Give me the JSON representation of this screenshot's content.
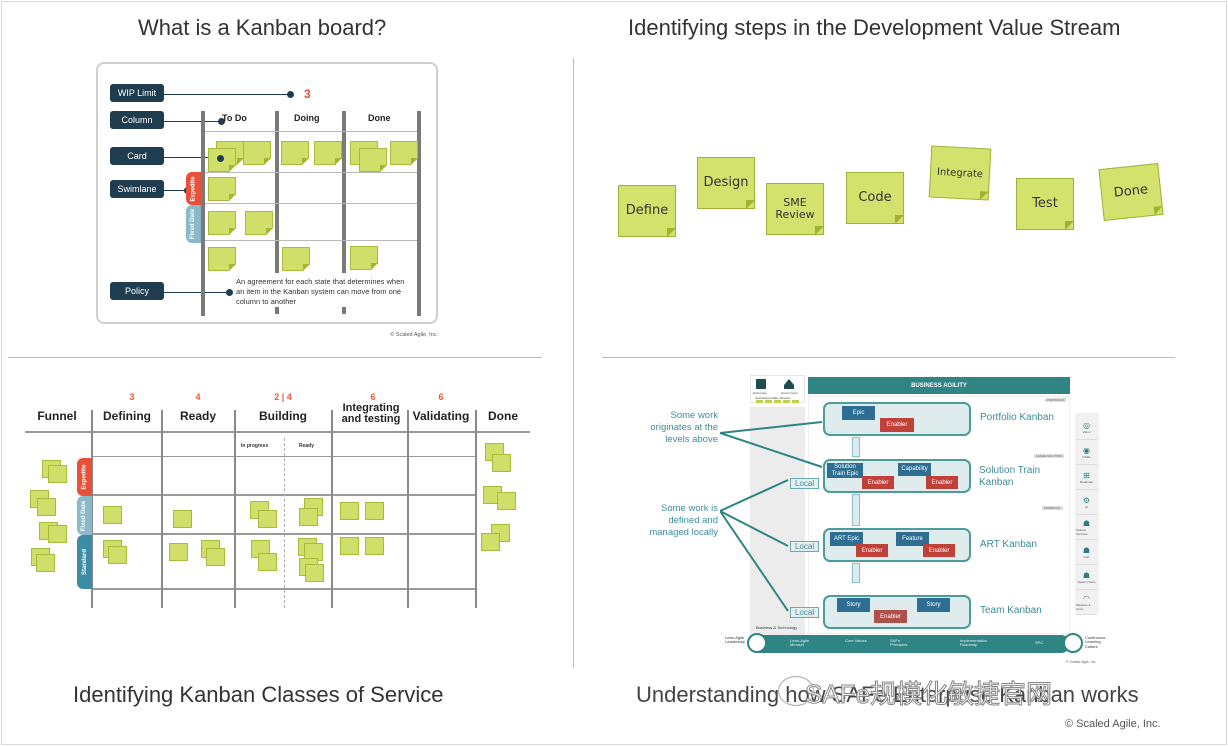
{
  "titles": {
    "top_left": "What is a Kanban board?",
    "top_right": "Identifying steps in the Development Value Stream",
    "bottom_left": "Identifying Kanban Classes of Service",
    "bottom_right": "Understanding how SAFe Enterprise Kanban works"
  },
  "watermark": "SAFe规模化敏捷官网",
  "copyright": "© Scaled Agile, Inc.",
  "kanban_board": {
    "labels": {
      "wip_limit": "WIP Limit",
      "column": "Column",
      "card": "Card",
      "swimlane": "Swimlane",
      "policy": "Policy"
    },
    "wip_value": "3",
    "columns": [
      "To Do",
      "Doing",
      "Done"
    ],
    "swimlane_tags": [
      "Expedite",
      "Fixed Date"
    ],
    "policy_text": "An agreement for each state that determines when an item in the Kanban system can move from one column to another",
    "copyright": "© Scaled Agile, Inc.",
    "colors": {
      "label_bg": "#1f3d4e",
      "wip": "#e8483a",
      "expedite": "#e8503a",
      "fixed_date": "#8ab9c9",
      "card": "#cfdf6a"
    }
  },
  "value_stream": {
    "steps": [
      "Define",
      "Design",
      "SME Review",
      "Code",
      "Integrate",
      "Test",
      "Done"
    ]
  },
  "classes_of_service": {
    "columns": [
      {
        "name": "Funnel",
        "wip": ""
      },
      {
        "name": "Defining",
        "wip": "3"
      },
      {
        "name": "Ready",
        "wip": "4"
      },
      {
        "name": "Building",
        "wip": "2 | 4"
      },
      {
        "name": "Integrating and testing",
        "wip": "6"
      },
      {
        "name": "Validating",
        "wip": "6"
      },
      {
        "name": "Done",
        "wip": ""
      }
    ],
    "building_subcolumns": [
      "In progress",
      "Ready"
    ],
    "lanes": [
      "Expedite",
      "Fixed Date",
      "Standard"
    ],
    "colors": {
      "expedite": "#e8503a",
      "fixed_date": "#8ab9c9",
      "standard": "#3d8ca5",
      "wip": "#e8583a"
    }
  },
  "enterprise_kanban": {
    "banner": "BUSINESS AGILITY",
    "top_left_icons": [
      "Enterprise",
      "Government"
    ],
    "operational_value_streams": "Operational Value Streams",
    "levels": [
      {
        "name": "Portfolio Kanban",
        "tag": "PORTFOLIO",
        "items": [
          "Epic",
          "Enabler"
        ]
      },
      {
        "name": "Solution Train Kanban",
        "tag": "LARGE SOLUTION",
        "items": [
          "Solution Train Epic",
          "Enabler",
          "Capability",
          "Enabler"
        ]
      },
      {
        "name": "ART Kanban",
        "tag": "ESSENTIAL",
        "items": [
          "ART Epic",
          "Enabler",
          "Feature",
          "Enabler"
        ]
      },
      {
        "name": "Team Kanban",
        "tag": "",
        "items": [
          "Story",
          "Enabler",
          "Story"
        ]
      }
    ],
    "local_label": "Local",
    "annotation_above": "Some work originates at the levels above",
    "annotation_local": "Some work is defined and managed locally",
    "business_technology": "Business & Technology",
    "sidebar": [
      "Vision",
      "OKRs",
      "Roadmap",
      "AI",
      "Shared Services",
      "CoP",
      "System Team",
      "Measure & Grow"
    ],
    "footer": [
      "Lean-Agile Leadership",
      "Lean-Agile Mindset",
      "Core Values",
      "SAFe Principles",
      "Implementation Roadmap",
      "SPC",
      "Continuous Learning Culture"
    ],
    "copyright": "© Scaled Agile, Inc.",
    "colors": {
      "teal": "#2e8584",
      "blue": "#2f6e93",
      "red": "#c0413a"
    }
  }
}
